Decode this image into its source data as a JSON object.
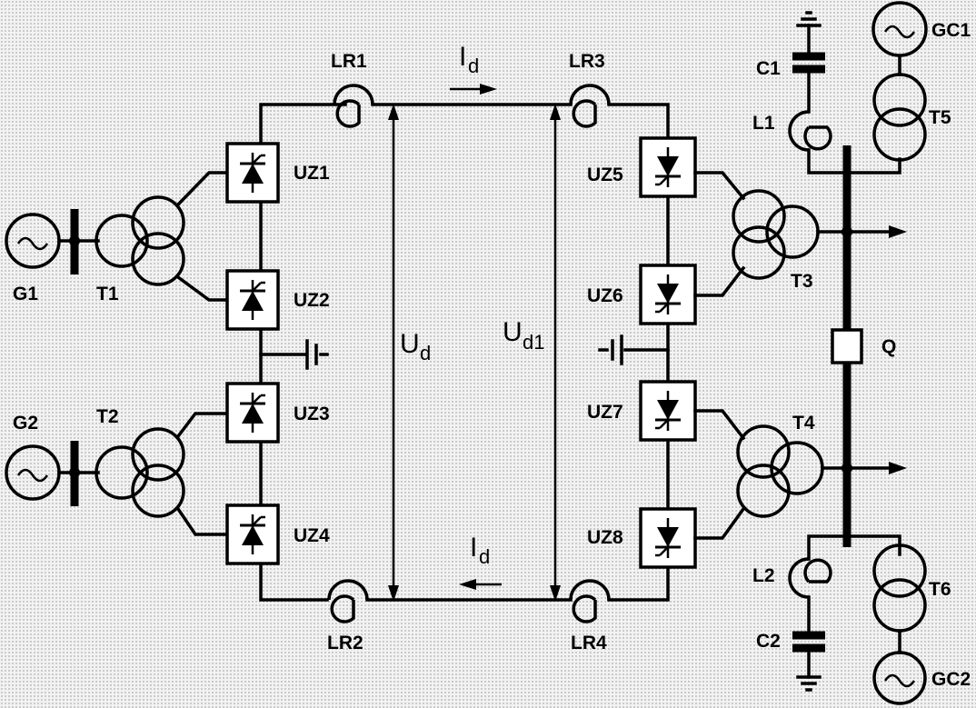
{
  "generators": {
    "g1": "G1",
    "g2": "G2",
    "gc1": "GC1",
    "gc2": "GC2"
  },
  "transformers": {
    "t1": "T1",
    "t2": "T2",
    "t3": "T3",
    "t4": "T4",
    "t5": "T5",
    "t6": "T6"
  },
  "converters": {
    "uz1": "UZ1",
    "uz2": "UZ2",
    "uz3": "UZ3",
    "uz4": "UZ4",
    "uz5": "UZ5",
    "uz6": "UZ6",
    "uz7": "UZ7",
    "uz8": "UZ8"
  },
  "reactors": {
    "lr1": "LR1",
    "lr2": "LR2",
    "lr3": "LR3",
    "lr4": "LR4",
    "l1": "L1",
    "l2": "L2"
  },
  "capacitors": {
    "c1": "C1",
    "c2": "C2"
  },
  "breaker": {
    "q": "Q"
  },
  "quantities": {
    "current_symbol": "I",
    "current_sub": "d",
    "voltage_symbol": "U",
    "voltage_sub": "d",
    "voltage1_sub": "d1"
  }
}
